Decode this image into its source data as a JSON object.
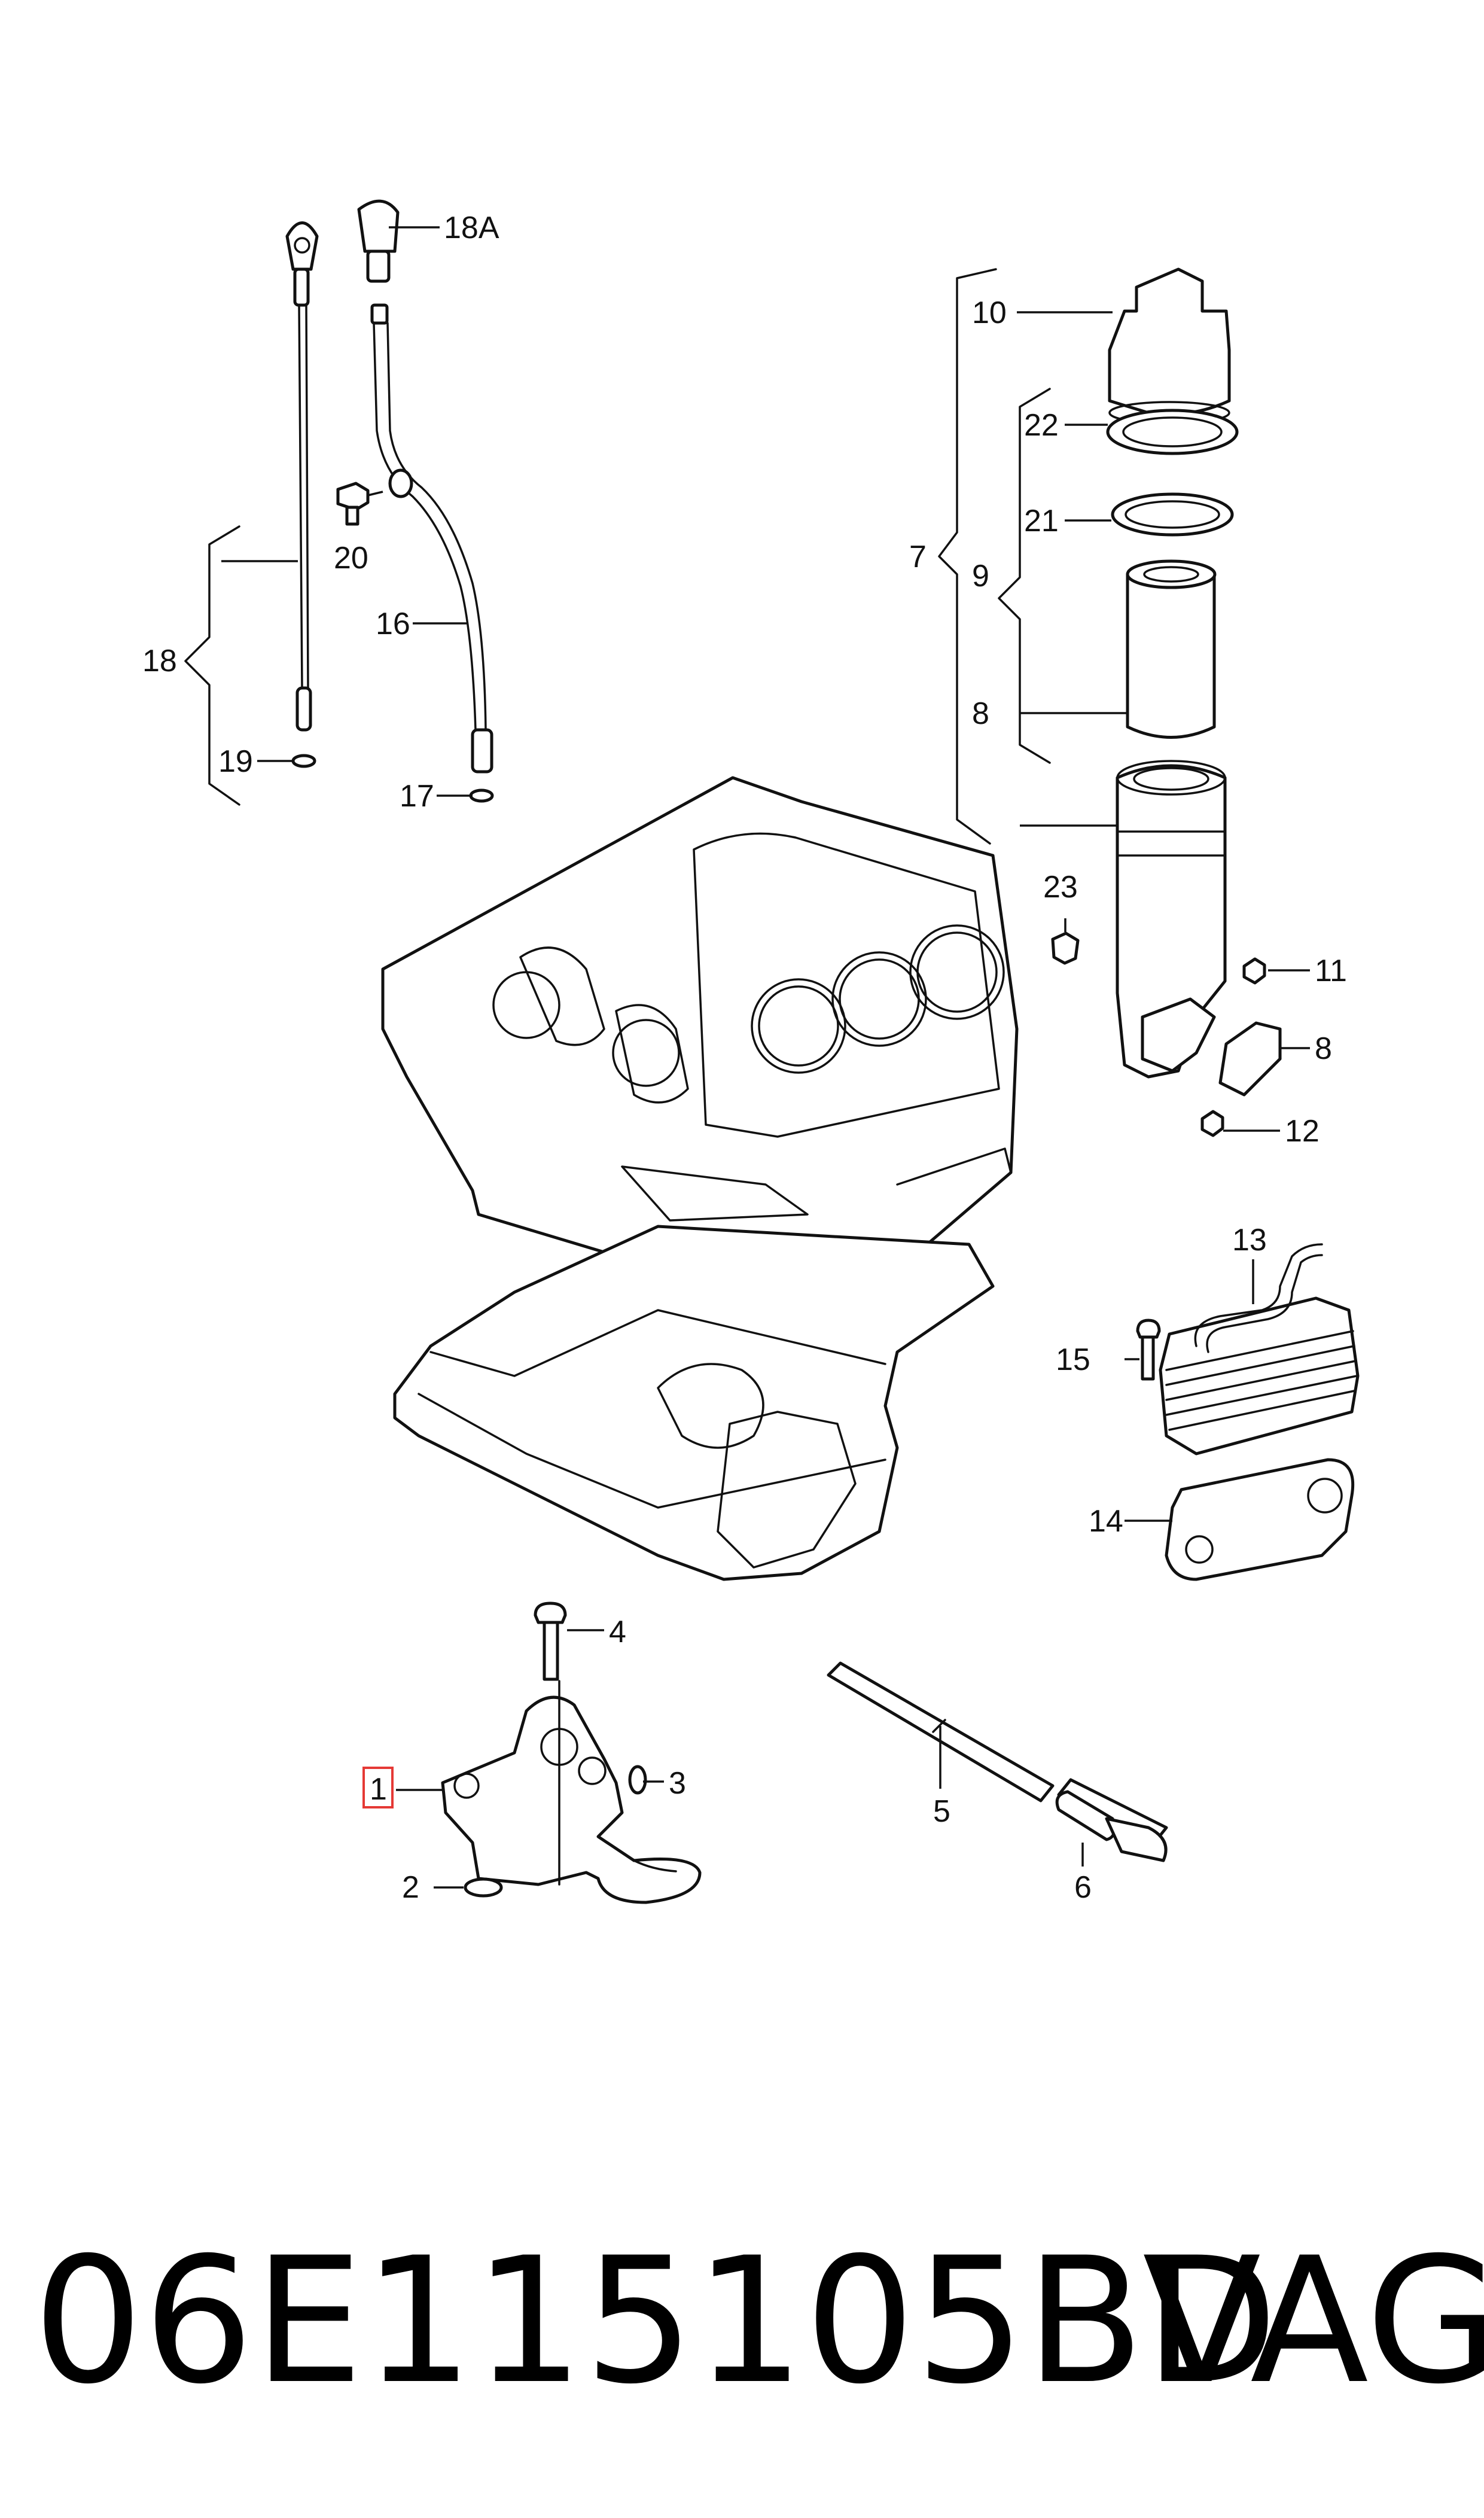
{
  "diagram": {
    "callouts": {
      "c1": "1",
      "c2": "2",
      "c3": "3",
      "c4": "4",
      "c5": "5",
      "c6": "6",
      "c7": "7",
      "c8": "8",
      "c8b": "8",
      "c9": "9",
      "c10": "10",
      "c11": "11",
      "c12": "12",
      "c13": "13",
      "c14": "14",
      "c15": "15",
      "c16": "16",
      "c17": "17",
      "c18": "18",
      "c18a": "18A",
      "c19": "19",
      "c20": "20",
      "c21": "21",
      "c22": "22",
      "c23": "23"
    },
    "highlighted_callout": "1",
    "highlight_color": "#e53935"
  },
  "footer": {
    "part_number": "06E115105BD",
    "brand": "VAG"
  }
}
